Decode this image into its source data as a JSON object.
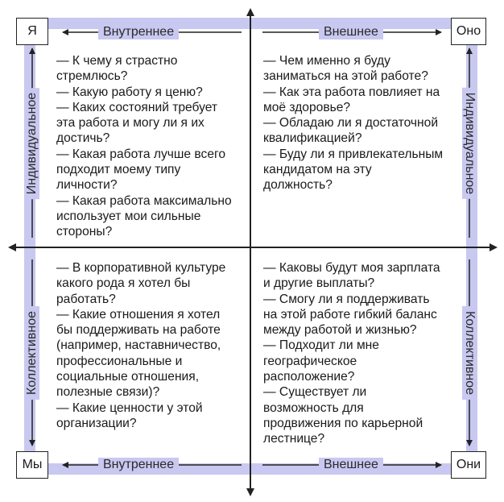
{
  "corners": {
    "top_left": "Я",
    "top_right": "Оно",
    "bottom_left": "Мы",
    "bottom_right": "Они"
  },
  "edges": {
    "top_left": "Внутреннее",
    "top_right": "Внешнее",
    "bottom_left": "Внутреннее",
    "bottom_right": "Внешнее",
    "left_top": "Индивидуальное",
    "left_bottom": "Коллективное",
    "right_top": "Индивидуальное",
    "right_bottom": "Коллективное"
  },
  "quadrants": {
    "top_left": [
      "— К чему я страстно",
      "стремлюсь?",
      "— Какую работу я ценю?",
      "— Каких состояний требует",
      "эта работа и могу ли я их",
      "достичь?",
      "— Какая работа лучше всего",
      "подходит моему типу",
      "личности?",
      "— Какая работа максимально",
      "использует мои сильные",
      "стороны?"
    ],
    "top_right": [
      "— Чем именно я буду",
      "заниматься на этой работе?",
      "— Как эта работа повлияет на",
      "моё здоровье?",
      "— Обладаю ли я достаточной",
      "квалификацией?",
      "— Буду ли я привлекательным",
      "кандидатом на эту",
      "должность?"
    ],
    "bottom_left": [
      "— В корпоративной культуре",
      "какого рода я хотел бы",
      "работать?",
      "— Какие отношения я хотел",
      "бы поддерживать на работе",
      "(например, наставничество,",
      "профессиональные и",
      "социальные отношения,",
      "полезные связи)?",
      "— Какие ценности у этой",
      "организации?"
    ],
    "bottom_right": [
      "— Каковы будут моя зарплата",
      "и другие выплаты?",
      "— Смогу ли я поддерживать",
      "на этой работе гибкий баланс",
      "между работой и жизнью?",
      "— Подходит ли мне",
      "географическое",
      "расположение?",
      "— Существует ли",
      "возможность для",
      "продвижения по карьерной",
      "лестнице?"
    ]
  },
  "colors": {
    "band": "#c8c8f0",
    "axis": "#222222",
    "text": "#1a1a1a"
  }
}
